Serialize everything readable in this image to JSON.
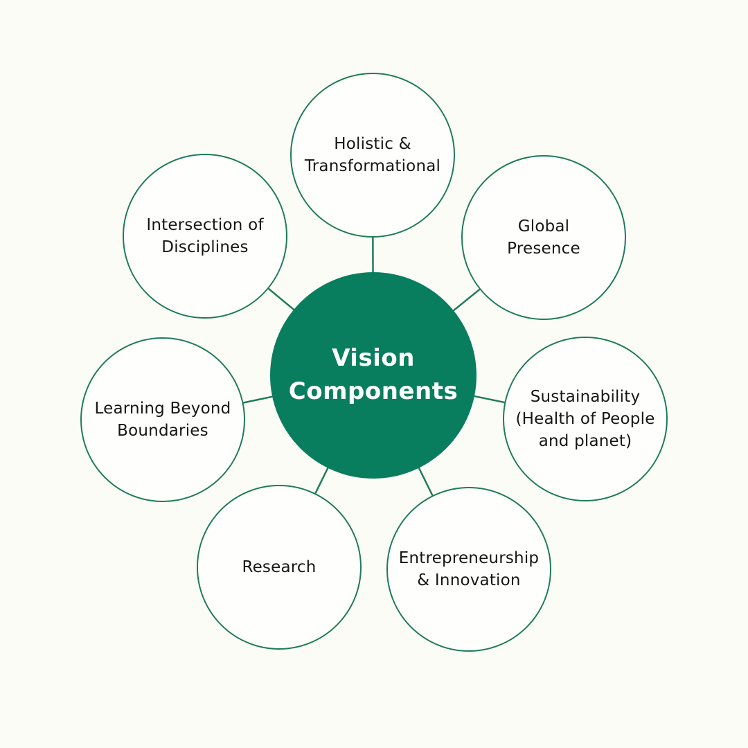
{
  "page": {
    "background_color": "#fcfcf6"
  },
  "diagram": {
    "type": "hub-and-spoke circle diagram",
    "colors": {
      "center_fill": "#087e5e",
      "center_text": "#ffffff",
      "node_fill": "#fefefc",
      "node_stroke": "#1e7b5c",
      "node_text": "#161616",
      "connector": "#1e7b5c"
    },
    "center": {
      "label": "Vision\nComponents"
    },
    "nodes": [
      {
        "id": "holistic-transformational",
        "label": "Holistic &\nTransformational"
      },
      {
        "id": "global-presence",
        "label": "Global\nPresence"
      },
      {
        "id": "sustainability-health-of-people-and-planet",
        "label": "Sustainability\n(Health of People\nand planet)"
      },
      {
        "id": "entrepreneurship-innovation",
        "label": "Entrepreneurship\n& Innovation"
      },
      {
        "id": "research",
        "label": "Research"
      },
      {
        "id": "learning-beyond-boundaries",
        "label": "Learning Beyond\nBoundaries"
      },
      {
        "id": "intersection-of-disciplines",
        "label": "Intersection of\nDisciplines"
      }
    ]
  }
}
